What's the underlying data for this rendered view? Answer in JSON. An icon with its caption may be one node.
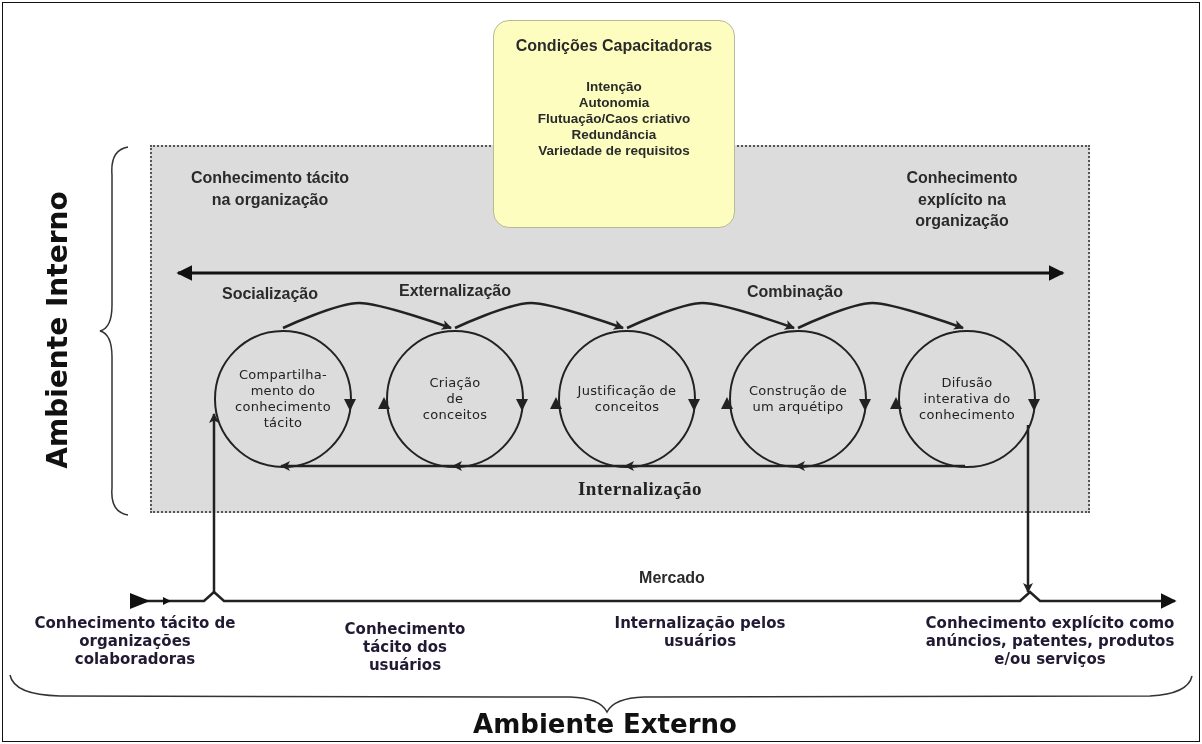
{
  "diagram": {
    "nodes": [
      {
        "text": [],
        "shape": "box"
      },
      {
        "text": [
          "Condições Capacitadoras",
          "Intenção",
          "Autonomia",
          "Flutuação/Caos criativo",
          "Redundância",
          "Variedade de requisitos"
        ]
      },
      {
        "text": [
          "Compartilha-mento do conhecimento tácito"
        ],
        "in": 0
      },
      {
        "text": [
          "Criação de conceitos"
        ],
        "in": 0
      },
      {
        "text": [
          "Justificação de conceitos"
        ],
        "in": 0
      },
      {
        "text": [
          "Construção de um arquétipo"
        ],
        "in": 0
      },
      {
        "text": [
          "Difusão interativa do conhecimento"
        ],
        "in": 0
      }
    ],
    "edges": [
      {
        "from": 2,
        "to": 3,
        "arrow": "to"
      },
      {
        "from": 3,
        "to": 4,
        "arrow": "to"
      },
      {
        "from": 4,
        "to": 5,
        "arrow": "to"
      },
      {
        "from": 5,
        "to": 6,
        "arrow": "to"
      },
      {
        "from": 6,
        "to": 5,
        "arrow": "to"
      },
      {
        "from": 5,
        "to": 4,
        "arrow": "to"
      },
      {
        "from": 4,
        "to": 3,
        "arrow": "to"
      },
      {
        "from": 3,
        "to": 2,
        "arrow": "to"
      },
      {
        "from": null,
        "to": 2,
        "arrow": "to"
      },
      {
        "from": 6,
        "to": null,
        "arrow": "to"
      }
    ],
    "labels": [
      "Conhecimento tácito na organização",
      "Conhecimento explícito na organização",
      "Socialização",
      "Externalização",
      "Combinação",
      "Internalização",
      "Mercado",
      "Conhecimento tácito de organizações colaboradoras",
      "Conhecimento tácito dos usuários",
      "Internalização pelos usuários",
      "Conhecimento explícito como anúncios, patentes, produtos e/ou serviços",
      "Ambiente Interno",
      "Ambiente Externo"
    ]
  }
}
